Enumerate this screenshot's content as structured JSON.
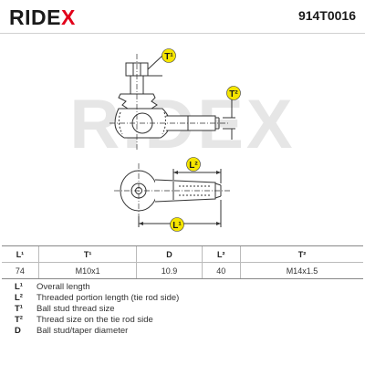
{
  "header": {
    "logo_text": "RIDE",
    "logo_accent": "X",
    "part_number": "914T0016"
  },
  "drawing": {
    "watermark": "RIDEX",
    "labels": {
      "t1": "T¹",
      "t2": "T²",
      "l1": "L¹",
      "l2": "L²"
    }
  },
  "table": {
    "headers": [
      "L¹",
      "T¹",
      "D",
      "L²",
      "T²"
    ],
    "values": [
      "74",
      "M10x1",
      "10.9",
      "40",
      "M14x1.5"
    ]
  },
  "legend": [
    {
      "key": "L¹",
      "desc": "Overall length"
    },
    {
      "key": "L²",
      "desc": "Threaded portion length (tie rod side)"
    },
    {
      "key": "T¹",
      "desc": "Ball stud thread size"
    },
    {
      "key": "T²",
      "desc": "Thread size on the tie rod side"
    },
    {
      "key": "D",
      "desc": "Ball stud/taper diameter"
    }
  ],
  "colors": {
    "brand_red": "#e2001a",
    "label_yellow": "#f5e500",
    "line": "#333333"
  }
}
